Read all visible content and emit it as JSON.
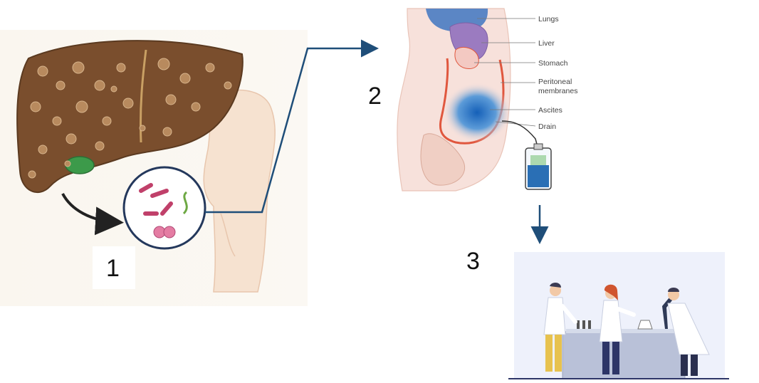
{
  "steps": {
    "one": "1",
    "two": "2",
    "three": "3"
  },
  "anatomy_labels": {
    "lungs": "Lungs",
    "liver": "Liver",
    "stomach": "Stomach",
    "peritoneal_line1": "Peritoneal",
    "peritoneal_line2": "membranes",
    "ascites": "Ascites",
    "drain": "Drain"
  },
  "colors": {
    "connector": "#1f4e79",
    "liver_brown": "#7a4e2d",
    "ascites_blue": "#1e6fc0",
    "lung_blue": "#5b86c5",
    "organ_purple": "#9b7bc0",
    "membrane_red": "#e0573e",
    "lab_bg": "#eef1fb"
  },
  "icons": [
    "cirrhotic-liver-icon",
    "bacteria-magnifier-icon",
    "abdomen-cross-section-icon",
    "drain-bag-icon",
    "lab-scientists-icon"
  ]
}
